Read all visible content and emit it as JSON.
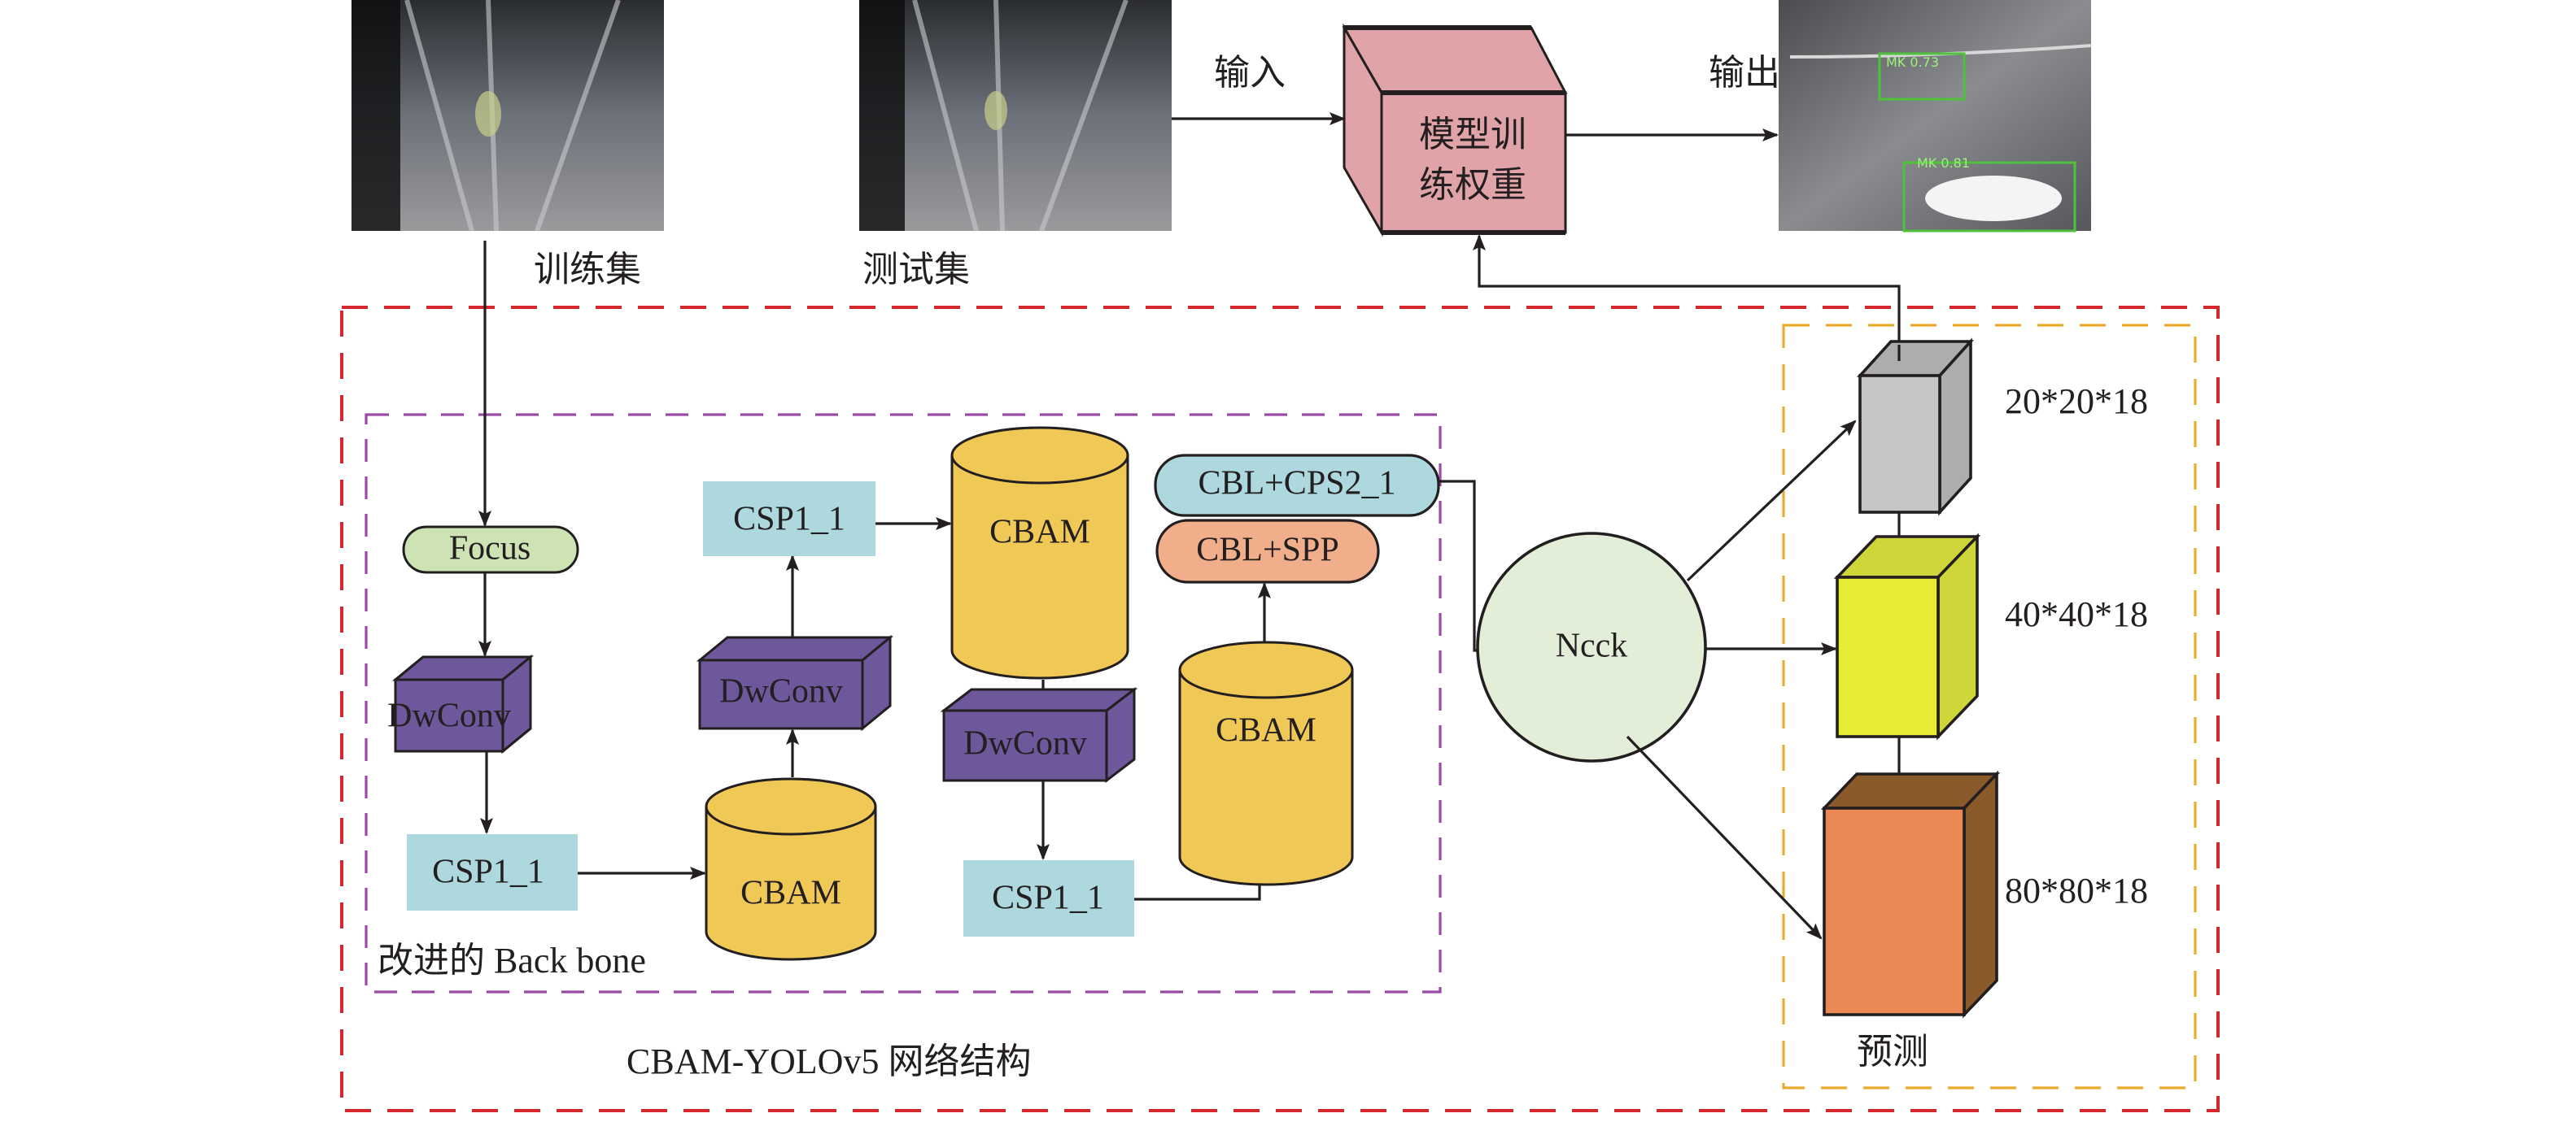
{
  "top": {
    "train_set_label": "训练集",
    "test_set_label": "测试集",
    "input_label": "输入",
    "output_label": "输出",
    "model_box": {
      "line1": "模型训",
      "line2": "练权重",
      "color": "#dfa3a8"
    },
    "output_image": {
      "detections": [
        "MK 0.73",
        "MK 0.81"
      ],
      "box_color": "#4ec23a"
    }
  },
  "backbone": {
    "title": "改进的 Back bone",
    "focus": "Focus",
    "dwconv": "DwConv",
    "csp": "CSP1_1",
    "cbam": "CBAM",
    "cbl_spp": "CBL+SPP",
    "cbl_cps": "CBL+CPS2_1",
    "colors": {
      "focus": "#cde3b4",
      "dwconv": "#6f579c",
      "csp": "#acd8de",
      "cbam": "#f0c856",
      "spp": "#f0ae8a",
      "cps": "#acd8de",
      "border": "#9b4aa6"
    }
  },
  "network": {
    "caption": "CBAM-YOLOv5 网络结构",
    "neck": "Ncck",
    "neck_color": "#e3eed9",
    "border_color": "#d6262e"
  },
  "prediction": {
    "label": "预测",
    "border_color": "#e8ac2e",
    "outputs": [
      {
        "size": "20*20*18",
        "color": "#c6c6c6"
      },
      {
        "size": "40*40*18",
        "color": "#e6ec34"
      },
      {
        "size": "80*80*18",
        "color": "#ea8953"
      }
    ]
  }
}
